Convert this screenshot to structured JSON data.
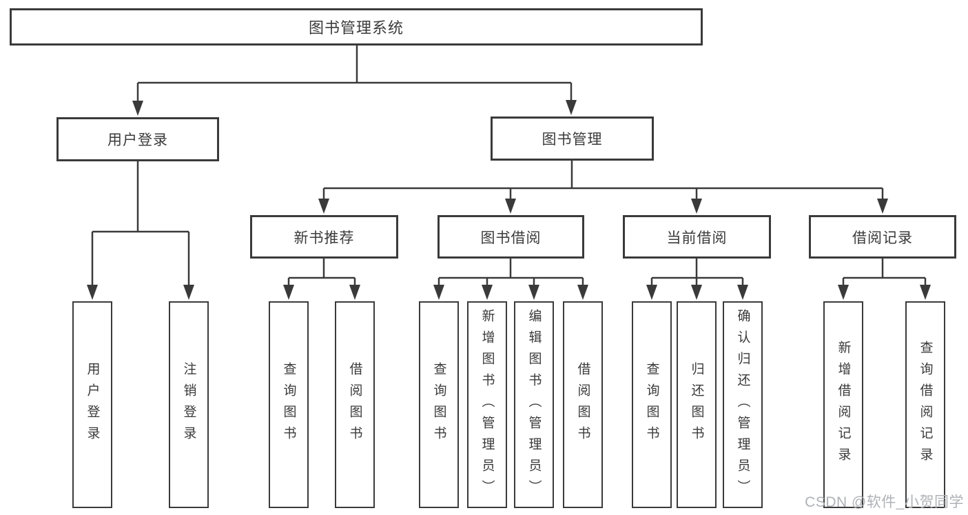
{
  "diagram": {
    "title": "图书管理系统",
    "root": {
      "label": "图书管理系统"
    },
    "level2": [
      {
        "label": "用户登录"
      },
      {
        "label": "图书管理"
      }
    ],
    "level3": [
      {
        "label": "新书推荐"
      },
      {
        "label": "图书借阅"
      },
      {
        "label": "当前借阅"
      },
      {
        "label": "借阅记录"
      }
    ],
    "leaves": {
      "user_login": [
        {
          "label": "用户登录"
        },
        {
          "label": "注销登录"
        }
      ],
      "new_book": [
        {
          "label": "查询图书"
        },
        {
          "label": "借阅图书"
        }
      ],
      "book_borrow": [
        {
          "label": "查询图书"
        },
        {
          "label": "新增图书（管理员）"
        },
        {
          "label": "编辑图书（管理员）"
        },
        {
          "label": "借阅图书"
        }
      ],
      "current_borrow": [
        {
          "label": "查询图书"
        },
        {
          "label": "归还图书"
        },
        {
          "label": "确认归还（管理员）"
        }
      ],
      "borrow_records": [
        {
          "label": "新增借阅记录"
        },
        {
          "label": "查询借阅记录"
        }
      ]
    }
  },
  "watermark": {
    "text": "CSDN @软件_小贺同学"
  },
  "colors": {
    "line": "#3a3a3a",
    "text": "#3a3a3a",
    "background": "#ffffff",
    "watermark": "#aeb1b6"
  }
}
